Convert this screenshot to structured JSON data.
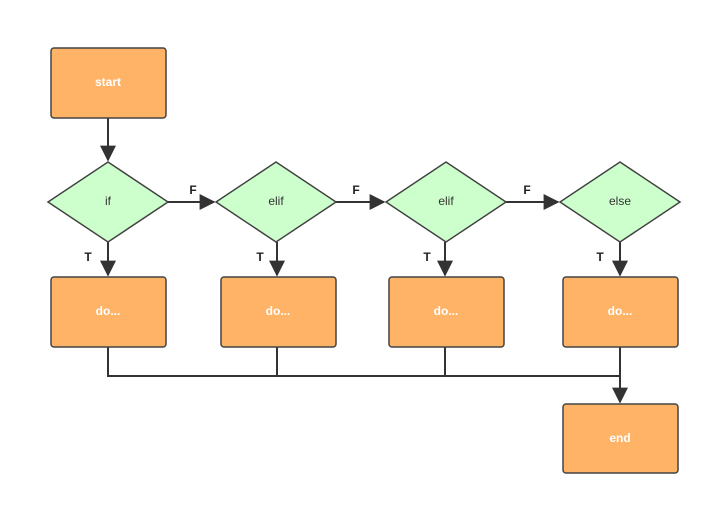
{
  "colors": {
    "process_fill": "#ffb366",
    "process_stroke": "#444444",
    "decision_fill": "#ccffcc",
    "decision_stroke": "#444444",
    "connector": "#333333",
    "text_light": "#ffffff",
    "text_dark": "#333333"
  },
  "nodes": {
    "start": "start",
    "if": "if",
    "elif_1": "elif",
    "elif_2": "elif",
    "else": "else",
    "do_1": "do...",
    "do_2": "do...",
    "do_3": "do...",
    "do_4": "do...",
    "end": "end"
  },
  "branches": {
    "if_false": "F",
    "elif_1_false": "F",
    "elif_2_false": "F",
    "if_true": "T",
    "elif_1_true": "T",
    "elif_2_true": "T",
    "else_true": "T"
  }
}
